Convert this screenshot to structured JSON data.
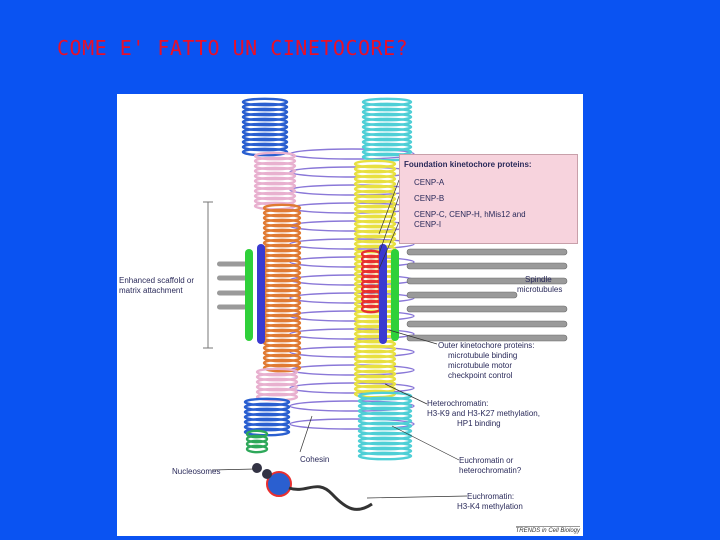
{
  "slide": {
    "title": "COME E' FATTO UN CINETOCORE?"
  },
  "figure": {
    "foundation_title": "Foundation kinetochore proteins:",
    "foundation_items": [
      "CENP-A",
      "CENP-B",
      "CENP-C, CENP-H, hMis12 and",
      "CENP-I"
    ],
    "enhanced_scaffold": [
      "Enhanced scaffold or",
      "matrix attachment"
    ],
    "spindle_mt": [
      "Spindle",
      "microtubules"
    ],
    "outer_kt": [
      "Outer kinetochore proteins:",
      "microtubule binding",
      "microtubule motor",
      "checkpoint control"
    ],
    "heterochromatin": [
      "Heterochromatin:",
      "H3-K9 and H3-K27 methylation,",
      "HP1 binding"
    ],
    "eu_or_hetero": [
      "Euchromatin or",
      "heterochromatin?"
    ],
    "euchromatin": [
      "Euchromatin:",
      "H3-K4 methylation"
    ],
    "cohesin": "Cohesin",
    "nucleosomes": "Nucleosomes",
    "credit": "TRENDS in Cell Biology"
  },
  "colors": {
    "background": "#0a53f2",
    "title": "#e8102a",
    "coil_blue": "#2a5fd0",
    "coil_pink": "#e8b0cf",
    "coil_orange": "#e07a32",
    "coil_yellow": "#e8e040",
    "coil_cyan": "#4fcfd6",
    "coil_green": "#2ea85a",
    "cenp_a_red": "#e83030",
    "ring_purple": "#7a6ad8",
    "green_plate": "#2fd03a"
  }
}
